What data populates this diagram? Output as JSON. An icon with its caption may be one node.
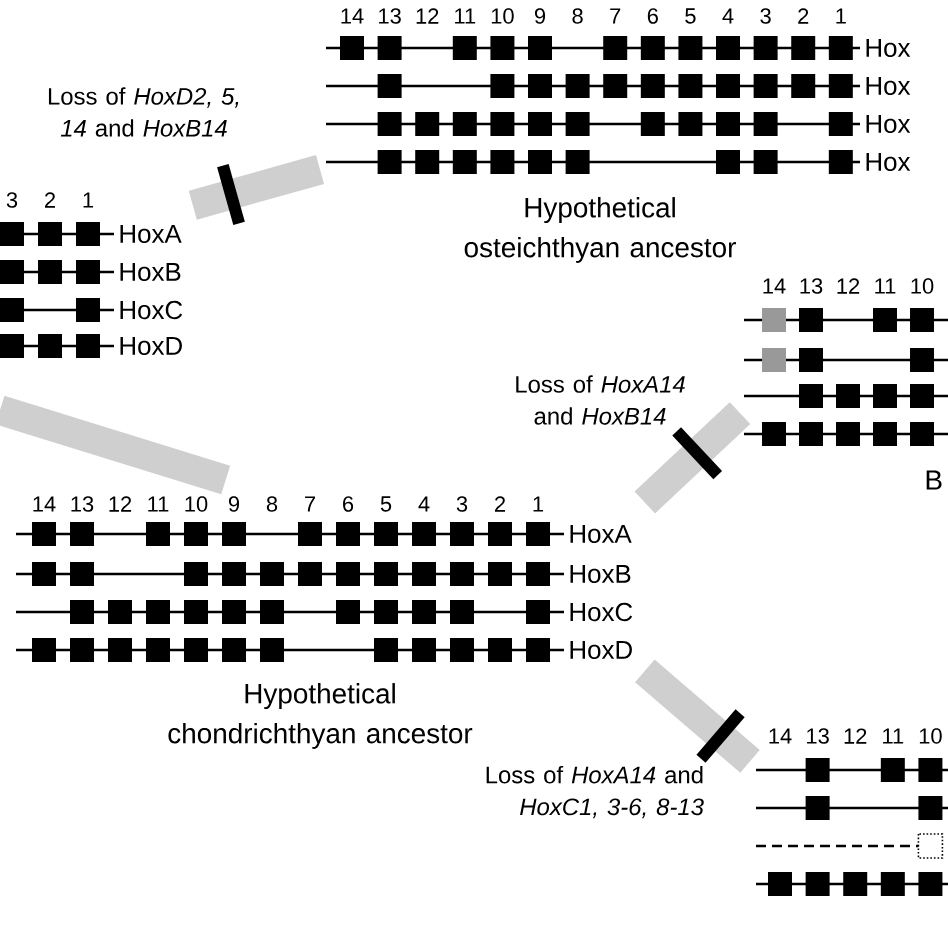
{
  "diagram": {
    "nodes": [
      {
        "text": [
          "3",
          "2",
          "1",
          "HoxA",
          "HoxB",
          "HoxC",
          "HoxD"
        ]
      },
      {
        "text": [
          "14",
          "13",
          "12",
          "11",
          "10",
          "9",
          "8",
          "7",
          "6",
          "5",
          "4",
          "3",
          "2",
          "1",
          "Hox",
          "Hox",
          "Hox",
          "Hox",
          "Hypothetical osteichthyan ancestor"
        ]
      },
      {
        "text": [
          "14",
          "13",
          "12",
          "11",
          "10",
          "B"
        ]
      },
      {
        "text": [
          "14",
          "13",
          "12",
          "11",
          "10",
          "9",
          "8",
          "7",
          "6",
          "5",
          "4",
          "3",
          "2",
          "1",
          "HoxA",
          "HoxB",
          "HoxC",
          "HoxD",
          "Hypothetical chondrichthyan ancestor"
        ]
      },
      {
        "text": [
          "14",
          "13",
          "12",
          "11",
          "10"
        ]
      }
    ],
    "edges": [
      {
        "from": 0,
        "to": 1,
        "arrow": "none",
        "label": "Loss of *HoxD2, 5, 14* and *HoxB14*"
      },
      {
        "from": null,
        "to": 3,
        "arrow": "none"
      },
      {
        "from": 3,
        "to": 2,
        "arrow": "none",
        "label": "Loss of *HoxA14* and *HoxB14*"
      },
      {
        "from": 3,
        "to": 4,
        "arrow": "none",
        "label": "Loss of *HoxA14* and *HoxC1, 3-6, 8-13*"
      }
    ]
  }
}
